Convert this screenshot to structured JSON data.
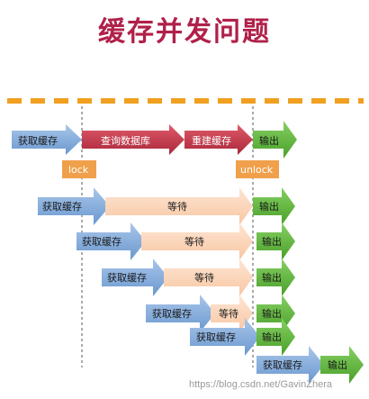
{
  "title": "缓存并发问题",
  "labels": {
    "get_cache": "获取缓存",
    "query_db": "查询数据库",
    "rebuild_cache": "重建缓存",
    "output": "输出",
    "wait": "等待",
    "lock": "lock",
    "unlock": "unlock"
  },
  "colors": {
    "dash": "#f0a020",
    "blue_arrow": "#7aa5d6",
    "red_arrow": "#c9384a",
    "peach_arrow": "#fbd5b8",
    "green_arrow": "#5cb83a",
    "lock_box": "#f0a04b",
    "title": "#b0214a"
  },
  "watermark": "https://blog.csdn.net/GavinZhera"
}
